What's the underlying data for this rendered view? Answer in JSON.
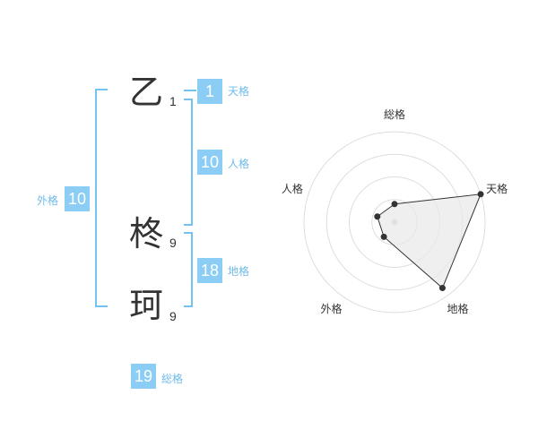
{
  "name": {
    "chars": [
      {
        "char": "乙",
        "strokes": "1"
      },
      {
        "char": "柊",
        "strokes": "9"
      },
      {
        "char": "珂",
        "strokes": "9"
      }
    ]
  },
  "kaku": {
    "tenkaku": {
      "label": "天格",
      "value": "1"
    },
    "jinkaku": {
      "label": "人格",
      "value": "10"
    },
    "chikaku": {
      "label": "地格",
      "value": "18"
    },
    "gaikaku": {
      "label": "外格",
      "value": "10"
    },
    "soukaku": {
      "label": "総格",
      "value": "19"
    }
  },
  "chart_data": {
    "type": "radar",
    "axes": [
      "総格",
      "天格",
      "地格",
      "外格",
      "人格"
    ],
    "values": [
      0.2,
      1.0,
      0.9,
      0.2,
      0.2
    ],
    "rings": 4,
    "colors": {
      "fill": "#e8e8e8",
      "line": "#333333",
      "grid": "#dddddd"
    }
  }
}
